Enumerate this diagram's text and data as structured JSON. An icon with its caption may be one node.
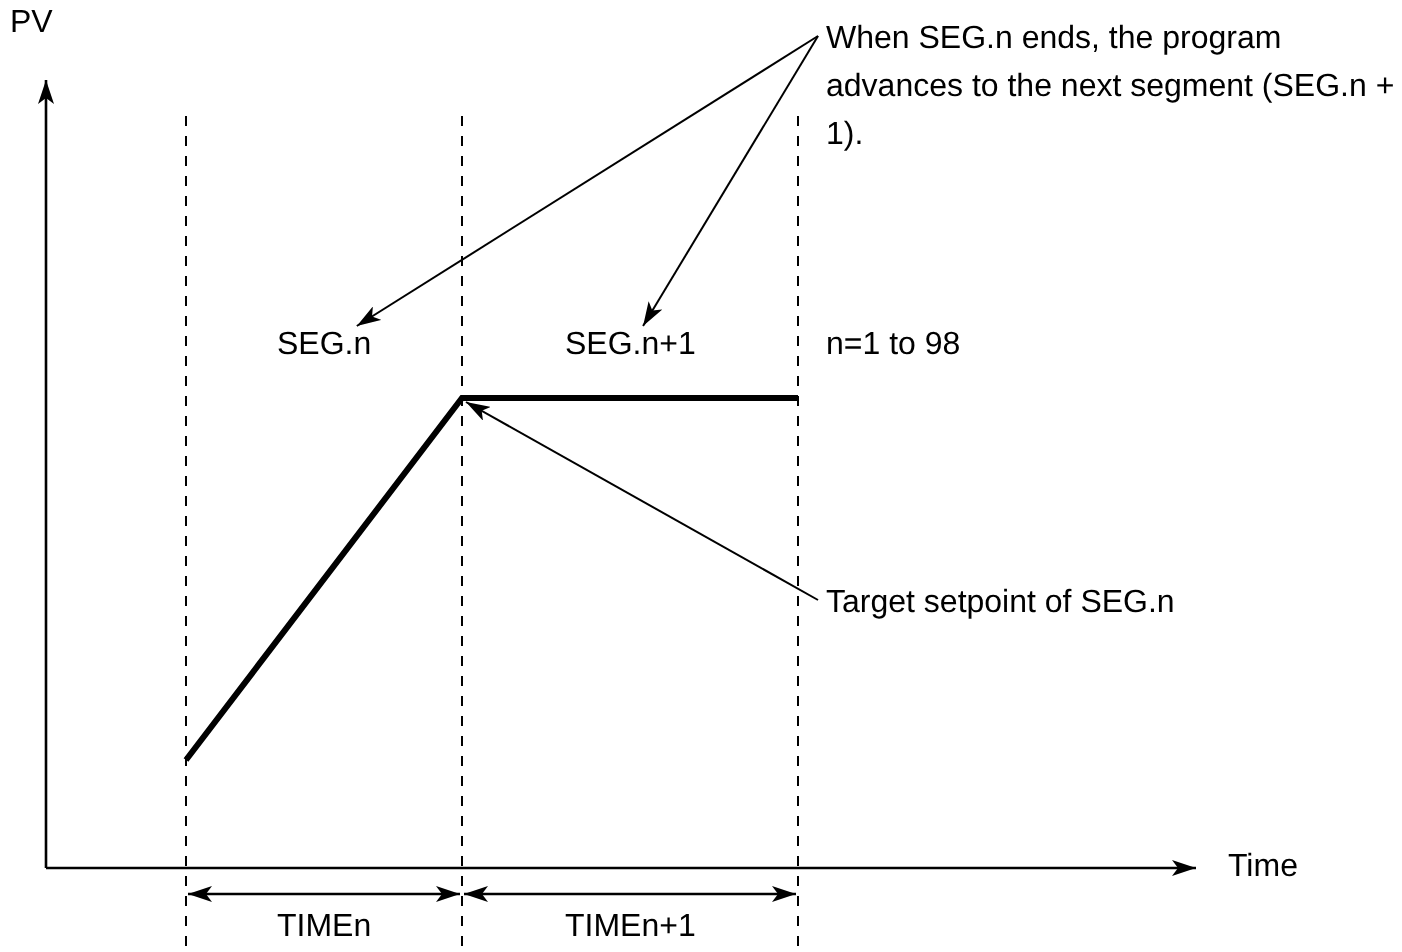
{
  "diagram": {
    "nodes": [
      {
        "text": [
          "When SEG.n ends, the program advances to the next segment (SEG.n + 1)."
        ]
      },
      {
        "text": [
          "SEG.n"
        ]
      },
      {
        "text": [
          "SEG.n+1"
        ]
      },
      {
        "text": [
          "Target setpoint of SEG.n"
        ]
      }
    ],
    "edges": [
      {
        "from": 0,
        "to": 1,
        "arrow": "to"
      },
      {
        "from": 0,
        "to": 2,
        "arrow": "to"
      },
      {
        "from": 3,
        "to": null,
        "arrow": "to"
      }
    ],
    "labels": [
      "PV",
      "n=1 to 98",
      "Time",
      "TIMEn",
      "TIMEn+1"
    ]
  }
}
